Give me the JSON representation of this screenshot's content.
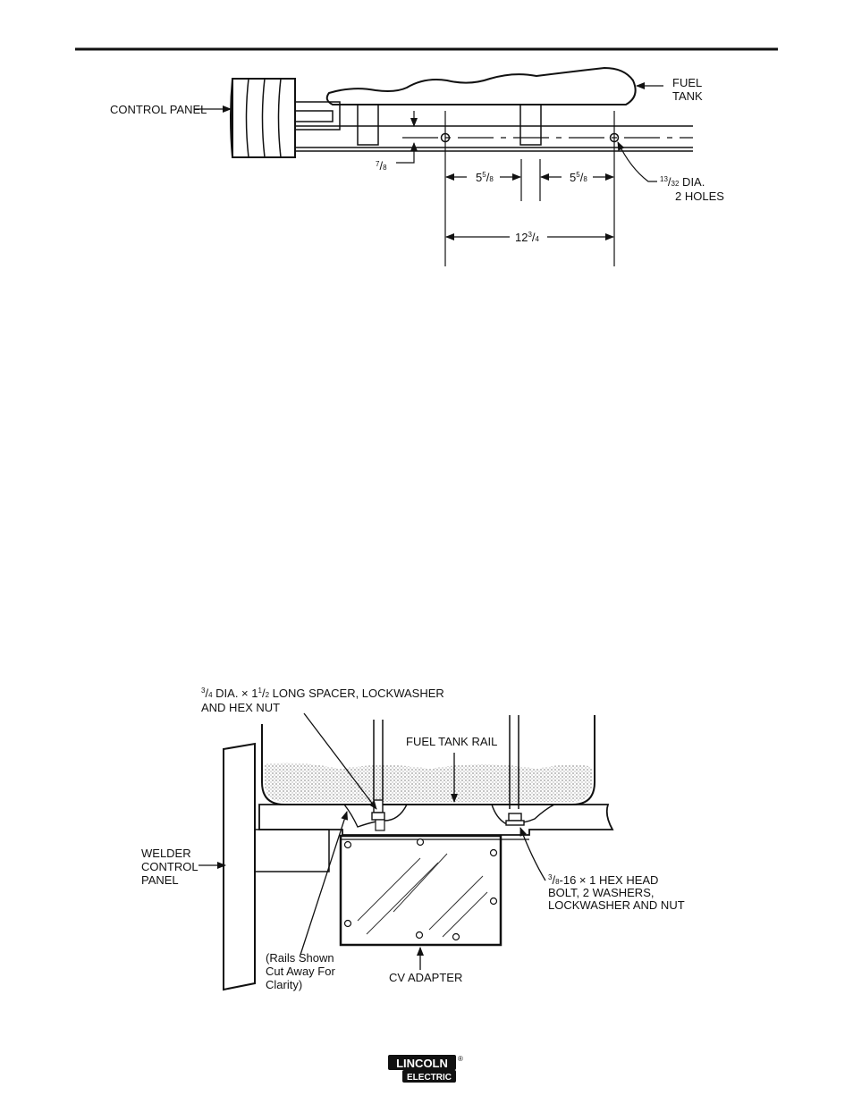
{
  "diagram1": {
    "labels": {
      "control_panel": "CONTROL PANEL",
      "fuel_tank_line1": "FUEL",
      "fuel_tank_line2": "TANK",
      "dim_seven_eighths_num": "7",
      "dim_seven_eighths_den": "8",
      "dim_left_whole": "5",
      "dim_left_num": "5",
      "dim_left_den": "8",
      "dim_right_whole": "5",
      "dim_right_num": "5",
      "dim_right_den": "8",
      "dim_total_whole": "12",
      "dim_total_num": "3",
      "dim_total_den": "4",
      "hole_num": "13",
      "hole_den": "32",
      "hole_line1_rest": " DIA.",
      "hole_line2": "2 HOLES"
    }
  },
  "diagram2": {
    "labels": {
      "spacer_num": "3",
      "spacer_den": "4",
      "spacer_line1_mid": " DIA. × 1",
      "spacer_len_num": "1",
      "spacer_len_den": "2",
      "spacer_line1_rest": " LONG SPACER, LOCKWASHER",
      "spacer_line2": "AND HEX NUT",
      "fuel_tank_rail": "FUEL TANK RAIL",
      "welder_line1": "WELDER",
      "welder_line2": "CONTROL",
      "welder_line3": "PANEL",
      "bolt_num": "3",
      "bolt_den": "8",
      "bolt_line1_rest": "-16 × 1 HEX HEAD",
      "bolt_line2": "BOLT, 2 WASHERS,",
      "bolt_line3": "LOCKWASHER AND NUT",
      "rails_line1": "(Rails Shown",
      "rails_line2": "Cut Away For",
      "rails_line3": "Clarity)",
      "cv_adapter": "CV ADAPTER"
    }
  },
  "footer": {
    "logo_line1": "LINCOLN",
    "logo_line2": "ELECTRIC",
    "logo_registered": "®"
  }
}
